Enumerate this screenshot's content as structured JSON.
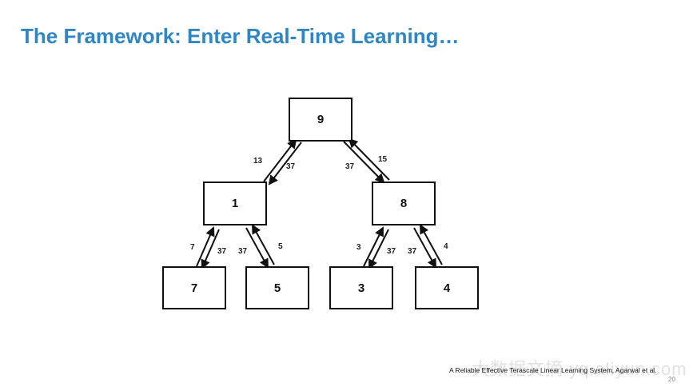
{
  "slide": {
    "title": "The Framework: Enter Real-Time Learning…",
    "citation": "A Reliable Effective Terascale Linear Learning System, Agarwal et al.",
    "watermark": "大数据文摘 yq.aliyun.com",
    "page_number": "20"
  },
  "tree": {
    "root": "9",
    "level1": [
      "1",
      "8"
    ],
    "leaves": [
      "7",
      "5",
      "3",
      "4"
    ],
    "edge_labels": {
      "root_left_up": "13",
      "root_left_down": "37",
      "root_right_down": "37",
      "root_right_up": "15",
      "n1_left_up": "7",
      "n1_left_down": "37",
      "n1_right_down": "37",
      "n1_right_up": "5",
      "n8_left_up": "3",
      "n8_left_down": "37",
      "n8_right_down": "37",
      "n8_right_up": "4"
    }
  }
}
